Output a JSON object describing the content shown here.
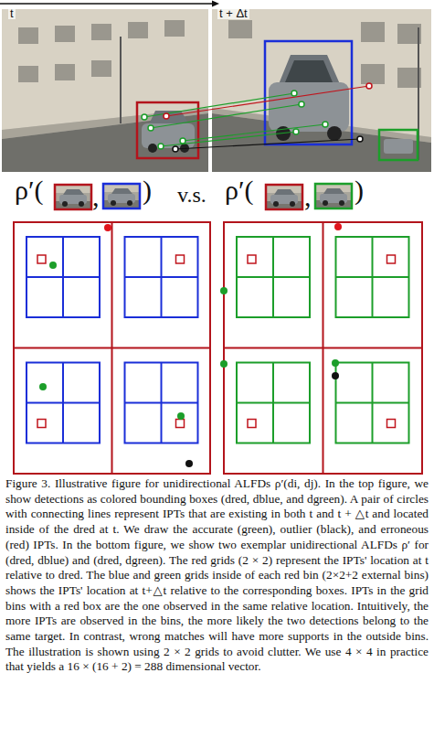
{
  "diagram": {
    "caption": "Figure 3. Illustrative figure for unidirectional ALFDs ρ′(di, dj). In the top figure, we show detections as colored bounding boxes (dred, dblue, and dgreen). A pair of circles with connecting lines represent IPTs that are existing in both t and t + △t and located inside of the dred at t. We draw the accurate (green), outlier (black), and erroneous (red) IPTs. In the bottom figure, we show two exemplar unidirectional ALFDs ρ′ for (dred, dblue) and (dred, dgreen). The red grids (2 × 2) represent the IPTs' location at t relative to dred. The blue and green grids inside of each red bin (2×2+2 external bins) shows the IPTs' location at t+△t relative to the corresponding boxes. IPTs in the grid bins with a red box are the one observed in the same relative location. Intuitively, the more IPTs are observed in the bins, the more likely the two detections belong to the same target. In contrast, wrong matches will have more supports in the outside bins. The illustration is shown using 2 × 2 grids to avoid clutter. We use 4 × 4 in practice that yields a 16 × (16 + 2) = 288 dimensional vector.",
    "labels": [
      "t",
      "t + Δt",
      "ρ′(",
      ",",
      ")",
      "v.s.",
      "ρ′(",
      ",",
      ")"
    ]
  }
}
